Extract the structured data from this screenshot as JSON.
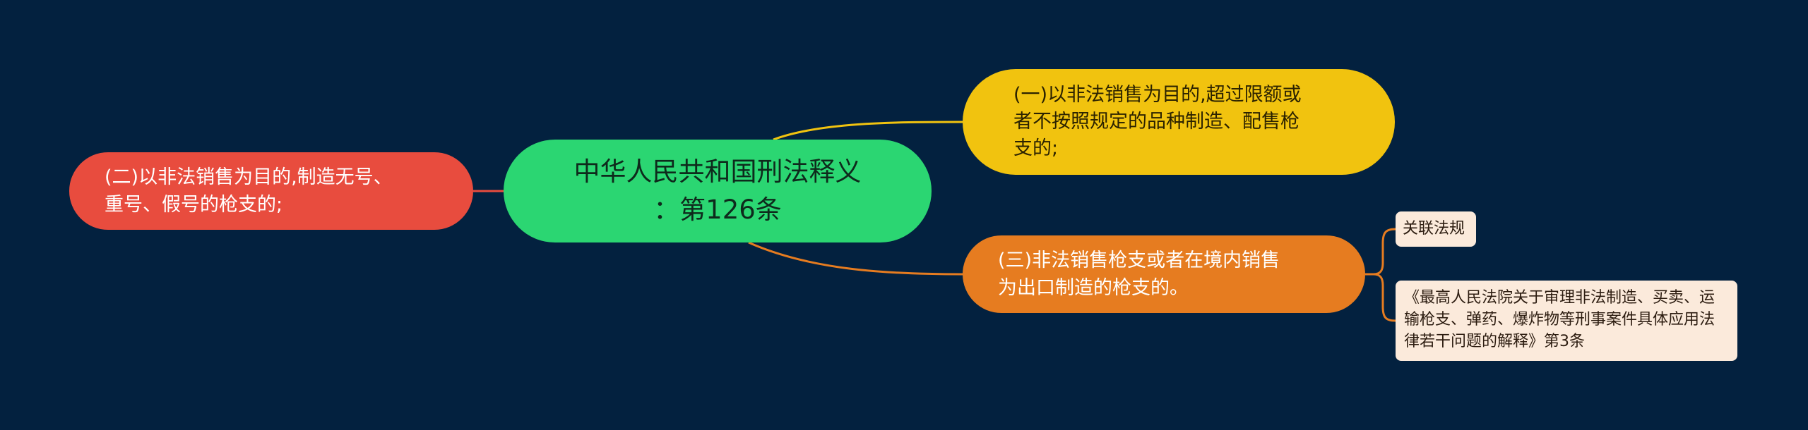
{
  "colors": {
    "background": "#03213f",
    "root": "#2bd672",
    "left_branch": "#e84c3e",
    "top_right_branch": "#f1c30f",
    "bottom_right_branch": "#e67c20",
    "leaf": "#fbeadb"
  },
  "mindmap": {
    "root": {
      "label": "中华人民共和国刑法释义\n：第126条"
    },
    "left_branch": {
      "label": "(二)以非法销售为目的,制造无号、\n重号、假号的枪支的;"
    },
    "top_right_branch": {
      "label": "(一)以非法销售为目的,超过限额或\n者不按照规定的品种制造、配售枪\n支的;"
    },
    "bottom_right_branch": {
      "label": "(三)非法销售枪支或者在境内销售\n为出口制造的枪支的。",
      "children": [
        {
          "label": "关联法规"
        },
        {
          "label": "《最高人民法院关于审理非法制造、买卖、运\n输枪支、弹药、爆炸物等刑事案件具体应用法\n律若干问题的解释》第3条"
        }
      ]
    }
  }
}
